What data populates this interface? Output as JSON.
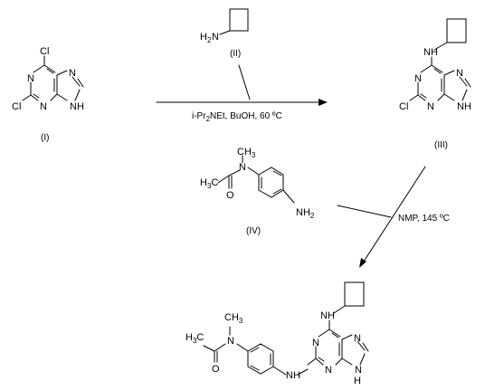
{
  "compounds": {
    "I": {
      "label": "(I)",
      "atoms": {
        "cl6": "Cl",
        "n1": "N",
        "cl2": "Cl",
        "n3": "N",
        "n7": "N",
        "n9": "N",
        "h9": "H"
      }
    },
    "II": {
      "label": "(II)",
      "amine": {
        "h": "H",
        "two": "2",
        "n": "N"
      }
    },
    "III": {
      "label": "(III)",
      "atoms": {
        "nh": "NH",
        "n1": "N",
        "cl": "Cl",
        "n3": "N",
        "n7": "N",
        "n9": "N",
        "h9": "H"
      }
    },
    "IV": {
      "label": "(IV)",
      "atoms": {
        "ch": "H",
        "three": "3",
        "c": "C",
        "o": "O",
        "nme": "N",
        "me": "CH",
        "me3": "3",
        "nh": "NH",
        "nh2": "2"
      }
    },
    "product": {
      "atoms": {
        "ch": "H",
        "three": "3",
        "c": "C",
        "o": "O",
        "nme": "N",
        "me": "CH",
        "me3": "3",
        "nh_link": "N",
        "h_link": "H",
        "nh_cb": "NH",
        "n1": "N",
        "n3": "N",
        "n7": "N",
        "n9": "N",
        "h9": "H"
      }
    }
  },
  "conditions": {
    "step1": {
      "pre": "i-Pr",
      "sub": "2",
      "post": "NEt, BuOH, 60 ºC"
    },
    "step2": "NMP, 145 ºC"
  }
}
